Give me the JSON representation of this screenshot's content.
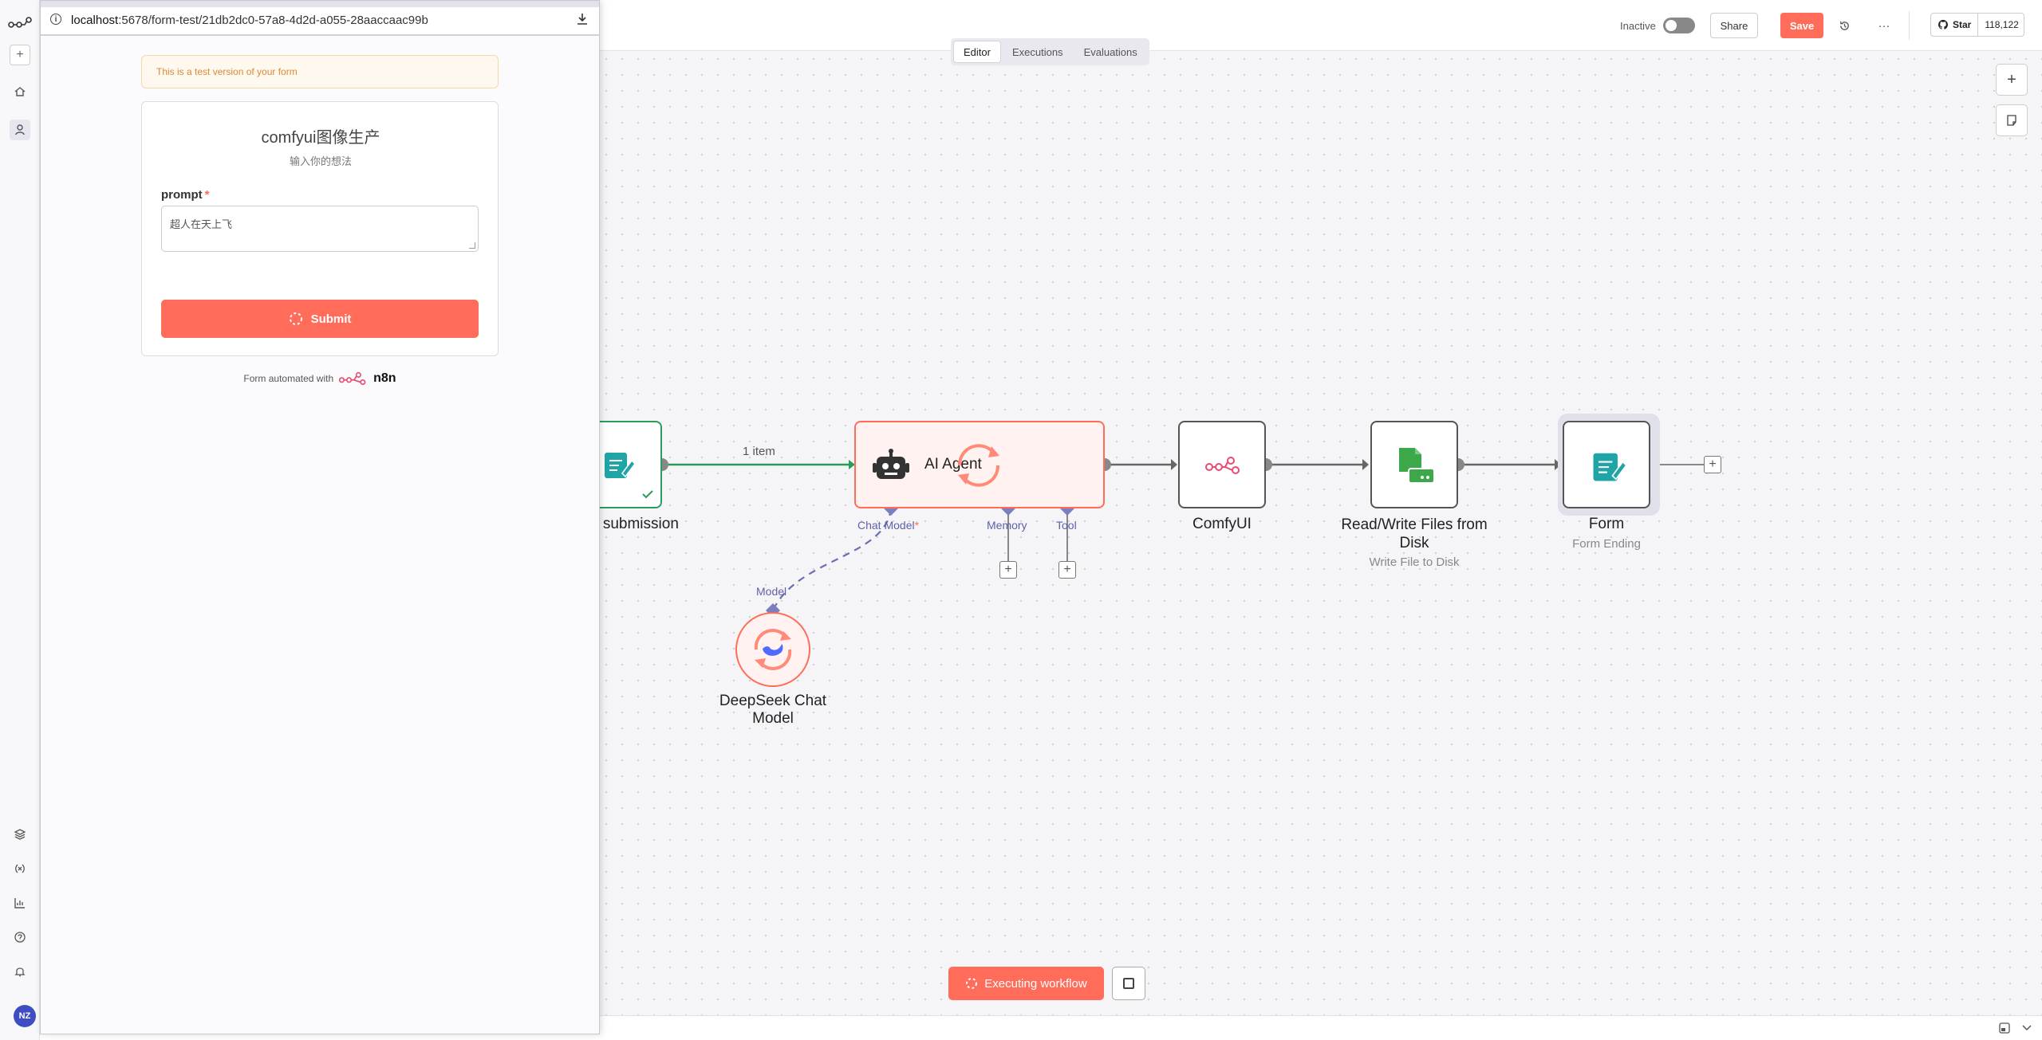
{
  "app": {
    "brand": "n8n"
  },
  "topbar": {
    "status_label": "Inactive",
    "share_label": "Share",
    "save_label": "Save",
    "more_label": "···",
    "github_star_label": "Star",
    "github_star_count": "118,122"
  },
  "tabs": [
    {
      "label": "Editor",
      "active": true
    },
    {
      "label": "Executions",
      "active": false
    },
    {
      "label": "Evaluations",
      "active": false
    }
  ],
  "canvas": {
    "connection_label": "1 item",
    "nodes": {
      "trigger": {
        "title": "n submission"
      },
      "agent": {
        "title": "AI Agent",
        "port_chat_model": "Chat Model",
        "port_required": "*",
        "port_memory": "Memory",
        "port_tool": "Tool"
      },
      "deepseek": {
        "title_line1": "DeepSeek Chat",
        "title_line2": "Model",
        "port_model": "Model"
      },
      "comfyui": {
        "title": "ComfyUI"
      },
      "readwrite": {
        "title_line1": "Read/Write Files from",
        "title_line2": "Disk",
        "subtitle": "Write File to Disk"
      },
      "form": {
        "title": "Form",
        "subtitle": "Form Ending"
      }
    },
    "add_icon": "+",
    "execute_label": "Executing workflow"
  },
  "popup": {
    "url_host": "localhost",
    "url_path": ":5678/form-test/21db2dc0-57a8-4d2d-a055-28aaccaac99b",
    "info_icon": "i",
    "notice": "This is a test version of your form",
    "form": {
      "title": "comfyui图像生产",
      "description": "输入你的想法",
      "field_label": "prompt",
      "field_required": "*",
      "field_value": "超人在天上飞",
      "submit_label": "Submit"
    },
    "footer_text": "Form automated with",
    "footer_brand": "n8n"
  },
  "user": {
    "initials": "NZ"
  },
  "colors": {
    "accent": "#ff6d5a",
    "success": "#2a9d5c",
    "port": "#7b7fbf",
    "teal": "#1fa5a5",
    "green_icon": "#3da84a"
  }
}
